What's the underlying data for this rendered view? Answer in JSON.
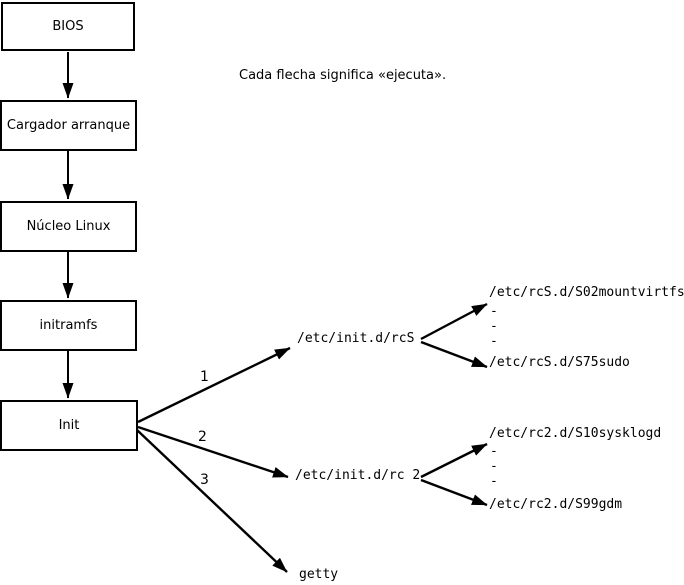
{
  "note": "Cada flecha significa «ejecuta».",
  "nodes": [
    {
      "label": "BIOS"
    },
    {
      "label": "Cargador arranque"
    },
    {
      "label": "Núcleo Linux"
    },
    {
      "label": "initramfs"
    },
    {
      "label": "Init"
    }
  ],
  "fanout": [
    {
      "order": "1",
      "target": "/etc/init.d/rcS"
    },
    {
      "order": "2",
      "target": "/etc/init.d/rc 2"
    },
    {
      "order": "3",
      "target": "getty"
    }
  ],
  "rcS_scripts": {
    "first": "/etc/rcS.d/S02mountvirtfs",
    "ellipsis": [
      "-",
      "-",
      "-"
    ],
    "last": "/etc/rcS.d/S75sudo"
  },
  "rc2_scripts": {
    "first": "/etc/rc2.d/S10sysklogd",
    "ellipsis": [
      "-",
      "-",
      "-"
    ],
    "last": "/etc/rc2.d/S99gdm"
  },
  "colors": {
    "line": "#000000",
    "background": "#ffffff"
  }
}
